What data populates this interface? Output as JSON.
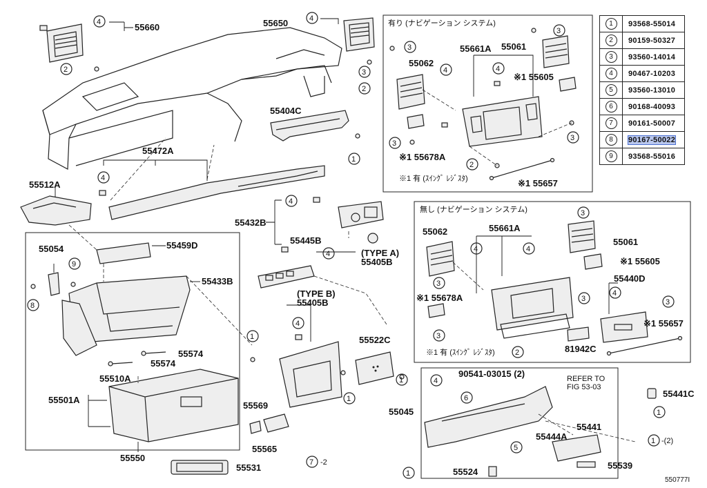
{
  "box_with_nav": {
    "title": "有り (ナビゲーション システム)",
    "labels": [
      "55661A",
      "55062",
      "55061",
      "※1 55605",
      "※1 55678A",
      "※1 55657"
    ],
    "note": "※1 有 (ｽｲﾝｸﾞ ﾚｼﾞｽﾀ)"
  },
  "box_without_nav": {
    "title": "無し (ナビゲーション システム)",
    "labels": [
      "55062",
      "55661A",
      "55061",
      "※1 55605",
      "55440D",
      "※1 55678A",
      "※1 55657",
      "81942C"
    ],
    "note": "※1 有 (ｽｲﾝｸﾞ ﾚｼﾞｽﾀ)"
  },
  "lower_box": {
    "labels": [
      "90541-03015 (2)",
      "REFER TO",
      "FIG 53-03",
      "55441C",
      "55045",
      "55441",
      "55444A",
      "55524",
      "55539"
    ],
    "qty_note": "-(2)"
  },
  "main_labels": {
    "p55660": "55660",
    "p55650": "55650",
    "p55404C": "55404C",
    "p55472A": "55472A",
    "p55512A": "55512A",
    "p55432B": "55432B",
    "p55445B": "55445B",
    "type_a": "(TYPE A)",
    "p55405B_a": "55405B",
    "type_b": "(TYPE B)",
    "p55405B_b": "55405B",
    "p55459D": "55459D",
    "p55054": "55054",
    "p55433B": "55433B",
    "p55574_1": "55574",
    "p55574_2": "55574",
    "p55510A": "55510A",
    "p55501A": "55501A",
    "p55550": "55550",
    "p55569": "55569",
    "p55565": "55565",
    "p55531": "55531",
    "p55522C": "55522C",
    "qty_7": "-2"
  },
  "parts_legend": [
    {
      "num": "1",
      "part_no": "93568-55014",
      "highlighted": false
    },
    {
      "num": "2",
      "part_no": "90159-50327",
      "highlighted": false
    },
    {
      "num": "3",
      "part_no": "93560-14014",
      "highlighted": false
    },
    {
      "num": "4",
      "part_no": "90467-10203",
      "highlighted": false
    },
    {
      "num": "5",
      "part_no": "93560-13010",
      "highlighted": false
    },
    {
      "num": "6",
      "part_no": "90168-40093",
      "highlighted": false
    },
    {
      "num": "7",
      "part_no": "90161-50007",
      "highlighted": false
    },
    {
      "num": "8",
      "part_no": "90167-50022",
      "highlighted": true
    },
    {
      "num": "9",
      "part_no": "93568-55016",
      "highlighted": false
    }
  ],
  "figure_id": "550777I"
}
